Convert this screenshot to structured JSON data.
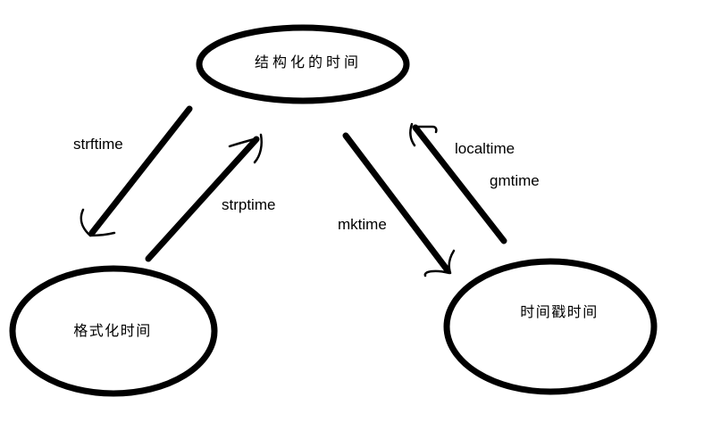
{
  "diagram": {
    "colors": {
      "ink": "#000000",
      "background": "#ffffff"
    },
    "nodes": {
      "structured": {
        "label": "结构化的时间"
      },
      "formatted": {
        "label": "格式化时间"
      },
      "timestamp": {
        "label": "时间戳时间"
      }
    },
    "edges": {
      "strftime": {
        "label": "strftime"
      },
      "strptime": {
        "label": "strptime"
      },
      "mktime": {
        "label": "mktime"
      },
      "localtime": {
        "label": "localtime"
      },
      "gmtime": {
        "label": "gmtime"
      }
    }
  }
}
